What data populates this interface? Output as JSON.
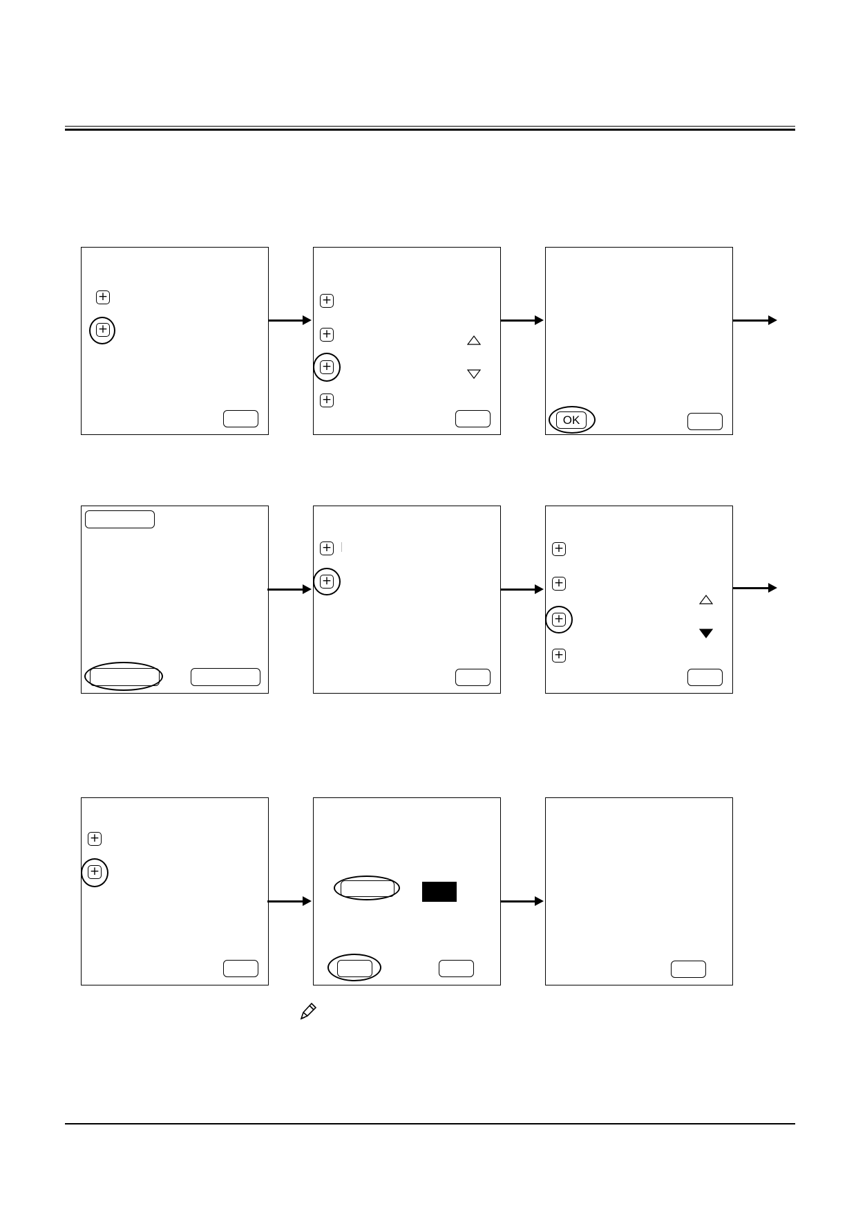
{
  "page": {
    "header_rule": "double",
    "footer_rule": "single"
  },
  "row1": {
    "screen3": {
      "ok_button_label": "OK"
    }
  },
  "icons": {
    "plus": "plus-icon",
    "scroll_up": "triangle-up-icon",
    "scroll_down": "triangle-down-icon",
    "note": "pencil-note-icon",
    "arrow": "right-arrow-icon"
  }
}
